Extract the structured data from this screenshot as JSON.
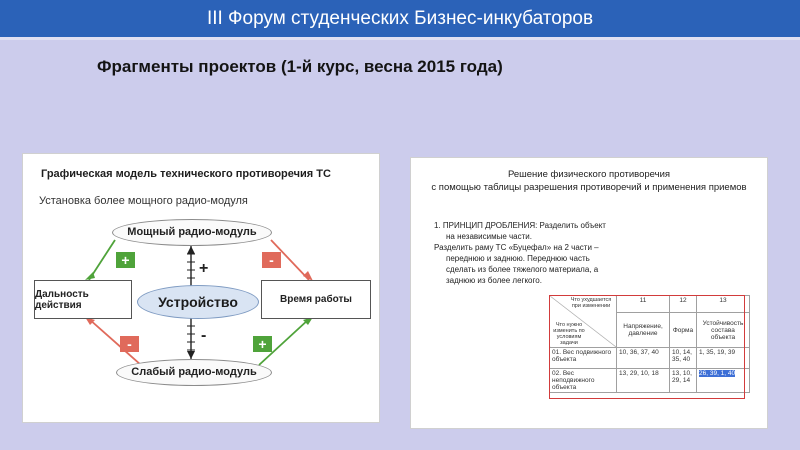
{
  "header": {
    "title": "III Форум студенческих Бизнес-инкубаторов"
  },
  "page": {
    "subtitle": "Фрагменты проектов (1-й курс, весна 2015 года)"
  },
  "left_panel": {
    "title": "Графическая модель технического противоречия ТС",
    "subtitle": "Установка более мощного радио-модуля",
    "top_oval": "Мощный радио-модуль",
    "bottom_oval": "Слабый радио-модуль",
    "center_oval": "Устройство",
    "left_box": "Дальность действия",
    "right_box": "Время работы",
    "plus_sign": "+",
    "minus_sign": "-",
    "badges": {
      "plus": "+",
      "minus": "-"
    },
    "colors": {
      "green": "#4fa33a",
      "red": "#e06a5b",
      "axis": "#222222"
    }
  },
  "right_panel": {
    "heading_line1": "Решение физического противоречия",
    "heading_line2": "с помощью таблицы разрешения противоречий и применения приемов",
    "text": [
      "1. ПРИНЦИП ДРОБЛЕНИЯ: Разделить объект",
      "на независимые части.",
      "Разделить раму ТС «Буцефал» на 2 части –",
      "переднюю и заднюю. Переднюю часть",
      "сделать из более тяжелого материала, а",
      "заднюю из более легкого."
    ],
    "table": {
      "corner_top": "Что ухудшается при изменении",
      "corner_bottom": "Что нужно изменить по условиям задачи",
      "col_numbers": [
        "11",
        "12",
        "13"
      ],
      "col_names": [
        "Напряжение, давление",
        "Форма",
        "Устойчивость состава объекта"
      ],
      "rows": [
        {
          "label": "01. Вес подвижного объекта",
          "cells": [
            "10, 36, 37, 40",
            "10, 14, 35, 40",
            "1, 35, 19, 39"
          ]
        },
        {
          "label": "02. Вес неподвижного объекта",
          "cells": [
            "13, 29, 10, 18",
            "13, 10, 29, 14",
            "26, 39, 1, 40"
          ]
        }
      ],
      "highlight_color": "#3d6fd6",
      "frame_color": "#d23b3b"
    }
  }
}
